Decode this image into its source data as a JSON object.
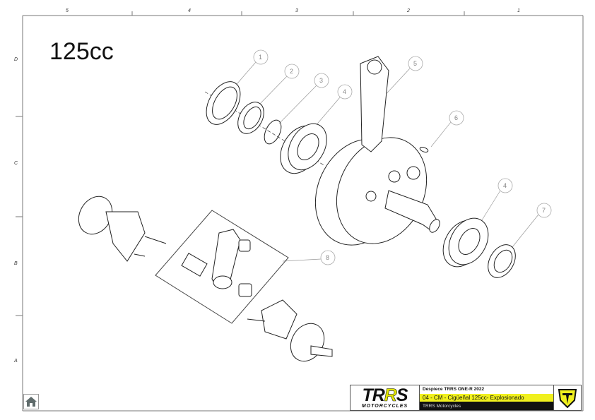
{
  "drawing": {
    "title": "125cc",
    "column_labels": [
      "5",
      "4",
      "3",
      "2",
      "1"
    ],
    "row_labels": [
      "D",
      "C",
      "B",
      "A"
    ],
    "balloons": [
      "1",
      "2",
      "3",
      "4",
      "5",
      "6",
      "4",
      "7",
      "8"
    ]
  },
  "title_block": {
    "logo_main": "TRRS",
    "logo_sub": "MOTORCYCLES",
    "document": "Despiece TRRS ONE-R 2022",
    "part_title": "04 - CM - Cigüeñal 125cc- Explosionado",
    "company": "TRRS Motorcycles",
    "accent_color": "#f0f01e"
  },
  "nav": {
    "home_icon": "home-icon"
  }
}
